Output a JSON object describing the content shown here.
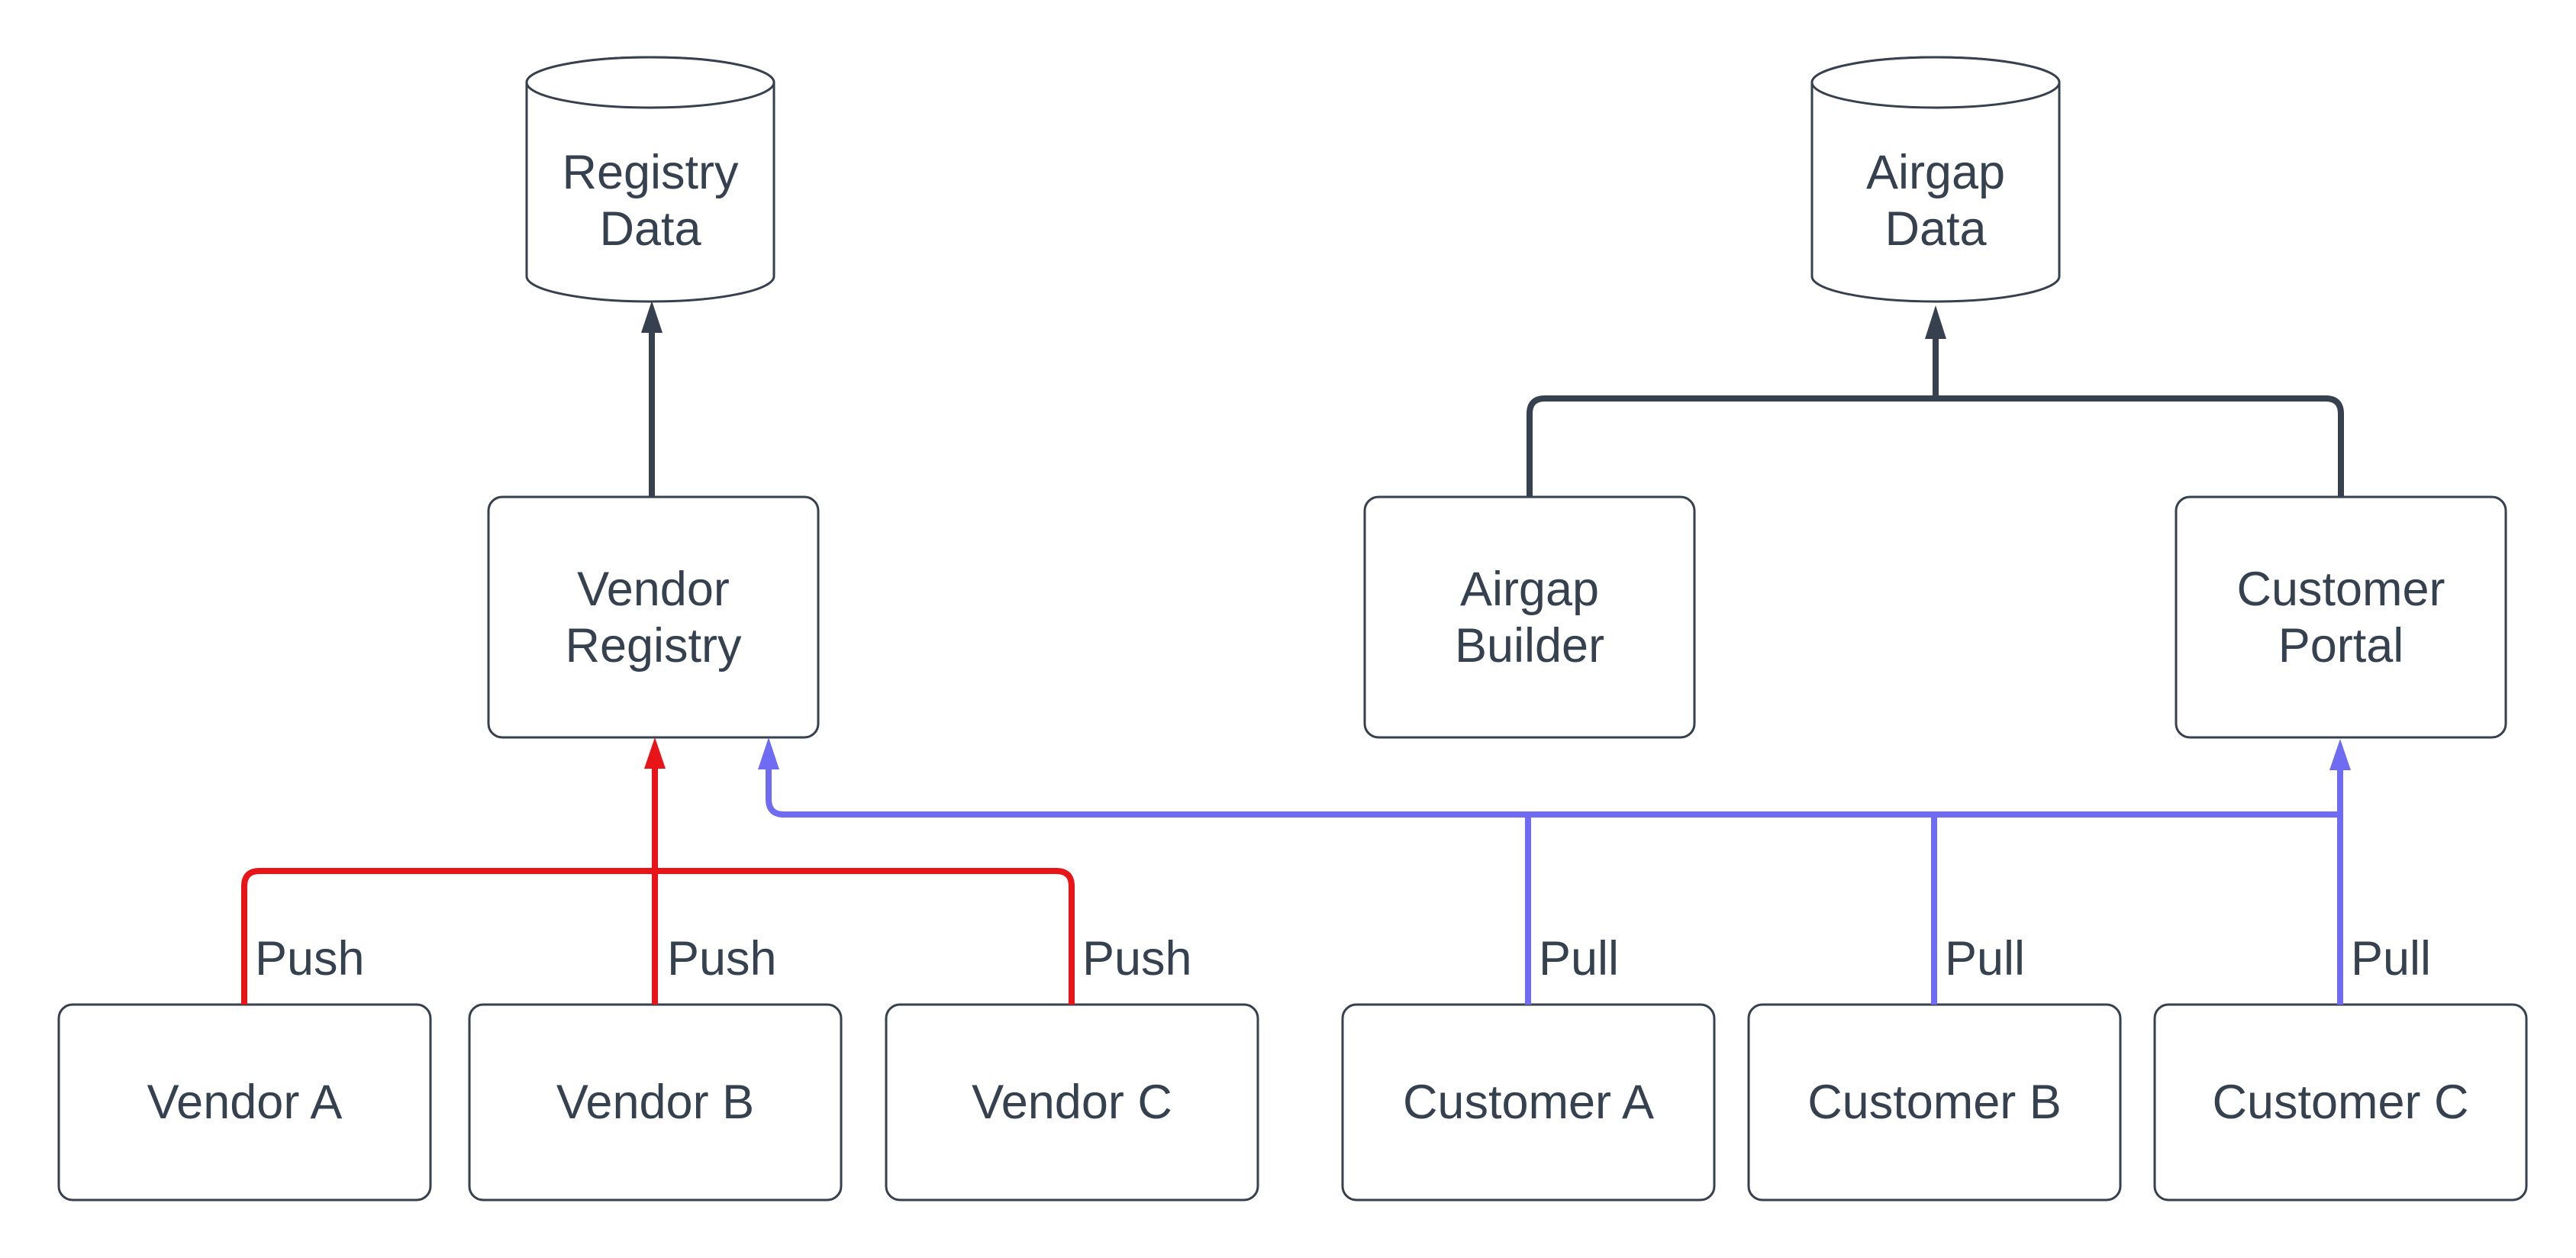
{
  "diagram": {
    "type": "flowchart",
    "background": "#ffffff",
    "colors": {
      "node_border": "#37404f",
      "node_fill": "#ffffff",
      "text": "#364150",
      "dark_edge": "#37404f",
      "push_edge": "#e81418",
      "pull_edge": "#6f6cf3"
    },
    "nodes": {
      "registry_data": {
        "label": "Registry\nData",
        "shape": "cylinder"
      },
      "airgap_data": {
        "label": "Airgap\nData",
        "shape": "cylinder"
      },
      "vendor_registry": {
        "label": "Vendor\nRegistry",
        "shape": "rounded-rect"
      },
      "airgap_builder": {
        "label": "Airgap\nBuilder",
        "shape": "rounded-rect"
      },
      "customer_portal": {
        "label": "Customer\nPortal",
        "shape": "rounded-rect"
      },
      "vendor_a": {
        "label": "Vendor A",
        "shape": "rounded-rect"
      },
      "vendor_b": {
        "label": "Vendor B",
        "shape": "rounded-rect"
      },
      "vendor_c": {
        "label": "Vendor C",
        "shape": "rounded-rect"
      },
      "customer_a": {
        "label": "Customer A",
        "shape": "rounded-rect"
      },
      "customer_b": {
        "label": "Customer B",
        "shape": "rounded-rect"
      },
      "customer_c": {
        "label": "Customer C",
        "shape": "rounded-rect"
      }
    },
    "edge_labels": {
      "push": [
        "Push",
        "Push",
        "Push"
      ],
      "pull": [
        "Pull",
        "Pull",
        "Pull"
      ]
    },
    "edges_semantics": [
      "Vendor Registry -> Registry Data",
      "Airgap Builder -> Airgap Data",
      "Customer Portal -> Airgap Data",
      "Vendor A -Push-> Vendor Registry",
      "Vendor B -Push-> Vendor Registry",
      "Vendor C -Push-> Vendor Registry",
      "Customer A -Pull-> Vendor Registry",
      "Customer B -Pull-> Vendor Registry",
      "Customer C -Pull-> Customer Portal"
    ]
  }
}
